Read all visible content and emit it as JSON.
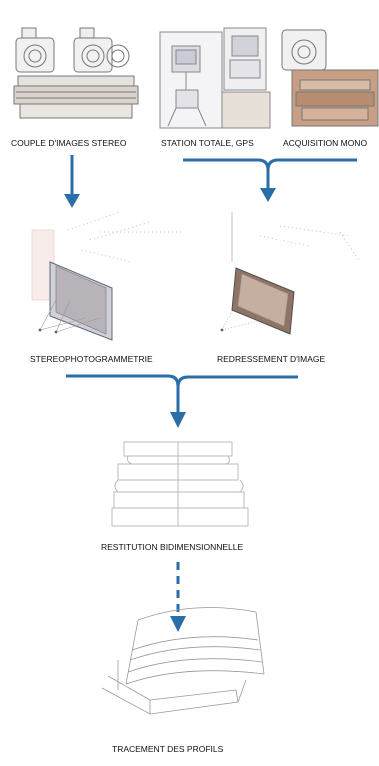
{
  "captions": {
    "stereo_pair": "COUPLE D'IMAGES STEREO",
    "total_station": "STATION TOTALE, GPS",
    "mono_acquisition": "ACQUISITION MONO",
    "stereophotogrammetry": "STEREOPHOTOGRAMMETRIE",
    "image_rectification": "REDRESSEMENT D'IMAGE",
    "restitution_2d": "RESTITUTION BIDIMENSIONNELLE",
    "profile_tracing": "TRACEMENT DES PROFILS"
  },
  "colors": {
    "arrow": "#2a6ea8",
    "sketch": "#8a8a8a",
    "photo_warm": "#b58a6e"
  }
}
